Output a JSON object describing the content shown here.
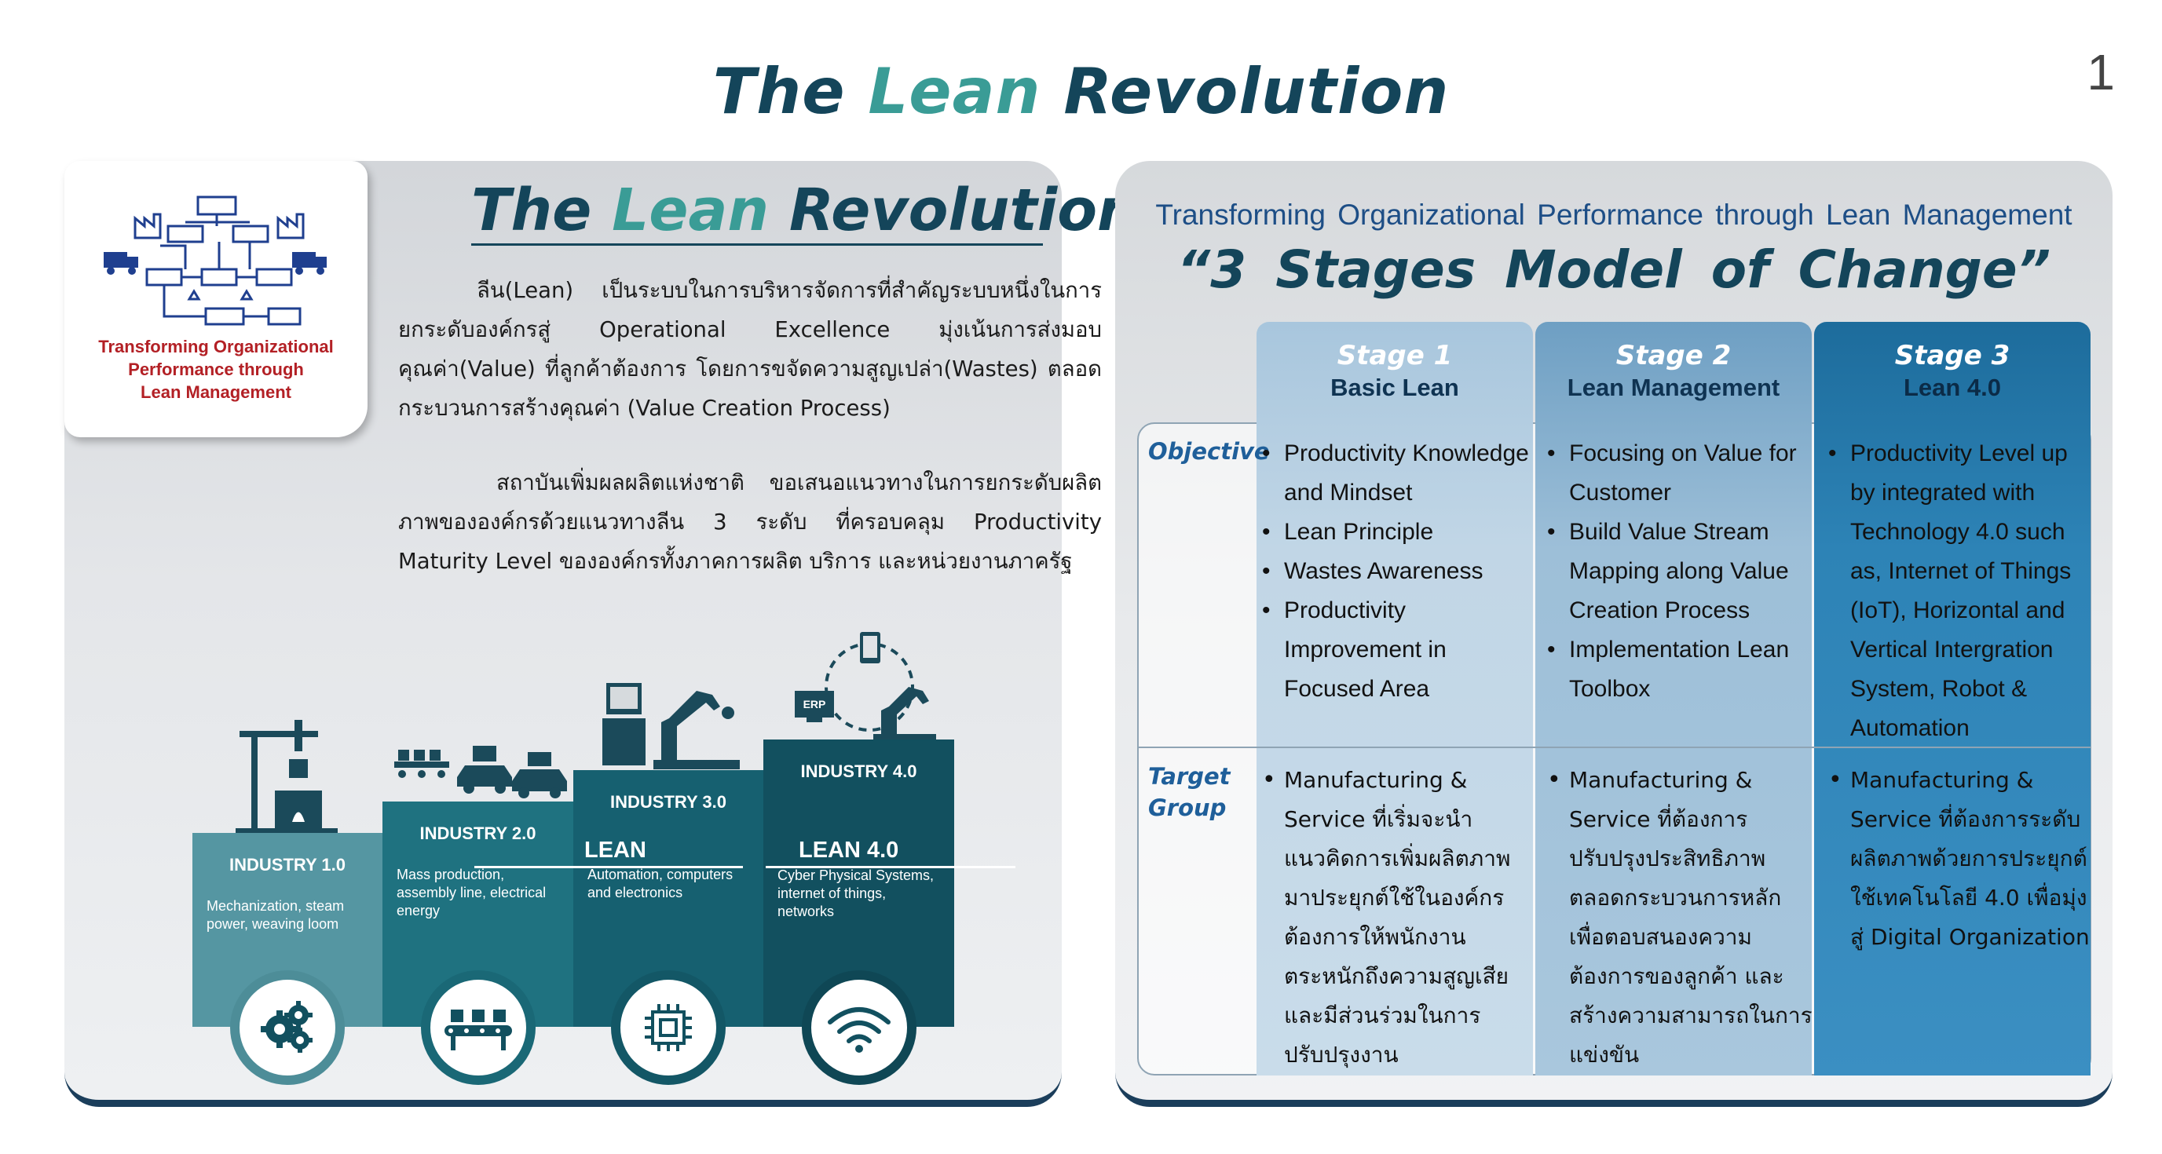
{
  "page": {
    "title_part1": "The",
    "title_accent": "Lean",
    "title_part2": "Revolution",
    "page_number": "1"
  },
  "left": {
    "logo": {
      "icon": "value-stream-map-icon",
      "caption_line1": "Transforming Organizational",
      "caption_line2": "Performance through",
      "caption_line3": "Lean Management"
    },
    "title_part1": "The",
    "title_accent": "Lean",
    "title_part2": "Revolution",
    "paragraph1": "ลีน(Lean) เป็นระบบในการบริหารจัดการที่สำคัญระบบหนึ่งในการยกระดับองค์กรสู่ Operational Excellence มุ่งเน้นการส่งมอบคุณค่า(Value) ที่ลูกค้าต้องการ โดยการขจัดความสูญเปล่า(Wastes) ตลอดกระบวนการสร้างคุณค่า (Value Creation Process)",
    "paragraph2": "สถาบันเพิ่มผลผลิตแห่งชาติ ขอเสนอแนวทางในการยกระดับผลิตภาพขององค์กรด้วยแนวทางลีน 3 ระดับ ที่ครอบคลุม Productivity Maturity Level ขององค์กรทั้งภาคการผลิต บริการ และหน่วยงานภาครัฐ",
    "lean_label": "LEAN",
    "lean40_label": "LEAN 4.0",
    "industries": [
      {
        "title": "INDUSTRY 1.0",
        "desc": "Mechanization, steam power, weaving loom",
        "icon": "gears-icon",
        "illustration": "steam-pump-icon"
      },
      {
        "title": "INDUSTRY 2.0",
        "desc": "Mass production, assembly line, electrical energy",
        "icon": "conveyor-icon",
        "illustration": "assembly-line-cars-icon"
      },
      {
        "title": "INDUSTRY 3.0",
        "desc": "Automation, computers and electronics",
        "icon": "chip-icon",
        "illustration": "robot-arm-computer-icon"
      },
      {
        "title": "INDUSTRY 4.0",
        "desc": "Cyber Physical Systems, internet of things, networks",
        "icon": "wifi-icon",
        "illustration": "iot-erp-robot-icon",
        "erp_label": "ERP"
      }
    ],
    "colors": {
      "industry1": "#5596a2",
      "industry2": "#1f7280",
      "industry3": "#166070",
      "industry4": "#12505f"
    }
  },
  "right": {
    "subtitle": "Transforming Organizational Performance through Lean Management",
    "title": "“3 Stages  Model of Change”",
    "row_labels": {
      "objective": "Objective",
      "target_line1": "Target",
      "target_line2": "Group"
    },
    "stages": [
      {
        "stage": "Stage 1",
        "name": "Basic Lean",
        "objective": [
          "Productivity Knowledge and Mindset",
          "Lean Principle",
          "Wastes Awareness",
          "Productivity Improvement in Focused Area"
        ],
        "target": [
          "Manufacturing & Service ที่เริ่มจะนำแนวคิดการเพิ่มผลิตภาพมาประยุกต์ใช้ในองค์กร ต้องการให้พนักงานตระหนักถึงความสูญเสียและมีส่วนร่วมในการปรับปรุงงาน"
        ]
      },
      {
        "stage": "Stage 2",
        "name": "Lean Management",
        "objective": [
          "Focusing on Value for Customer",
          "Build Value Stream Mapping along Value Creation Process",
          "Implementation Lean Toolbox"
        ],
        "target": [
          "Manufacturing & Service ที่ต้องการปรับปรุงประสิทธิภาพตลอดกระบวนการหลักเพื่อตอบสนองความต้องการของลูกค้า และสร้างความสามารถในการแข่งขัน"
        ]
      },
      {
        "stage": "Stage 3",
        "name": "Lean 4.0",
        "objective": [
          "Productivity Level up by integrated with Technology 4.0 such as, Internet of Things (IoT), Horizontal and Vertical Intergration System, Robot & Automation"
        ],
        "target": [
          "Manufacturing & Service ที่ต้องการระดับผลิตภาพด้วยการประยุกต์ใช้เทคโนโลยี 4.0 เพื่อมุ่งสู่ Digital Organization"
        ]
      }
    ]
  }
}
